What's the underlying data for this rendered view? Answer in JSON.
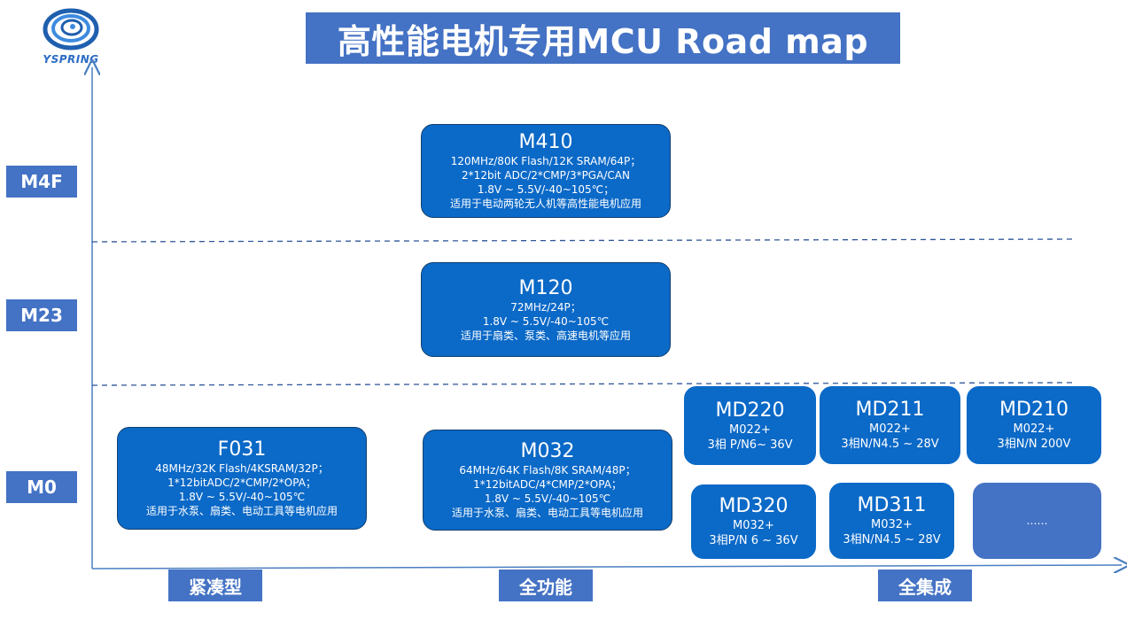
{
  "logo": {
    "text": "YSPRING",
    "icon": "swirl-logo-icon"
  },
  "title": "高性能电机专用MCU Road map",
  "tiers": [
    "M4F",
    "M23",
    "M0"
  ],
  "categories": [
    "紧凑型",
    "全功能",
    "全集成"
  ],
  "colors": {
    "accent": "#4472c4",
    "card": "#0b69c7",
    "axis": "#4a7fc2"
  },
  "cards": {
    "m410": {
      "name": "M410",
      "lines": [
        "120MHz/80K Flash/12K SRAM/64P；",
        "2*12bit ADC/2*CMP/3*PGA/CAN",
        "1.8V ~ 5.5V/-40~105℃；",
        "适用于电动两轮无人机等高性能电机应用"
      ]
    },
    "m120": {
      "name": "M120",
      "lines": [
        "72MHz/24P；",
        "1.8V ~ 5.5V/-40~105℃",
        "适用于扇类、泵类、高速电机等应用"
      ]
    },
    "f031": {
      "name": "F031",
      "lines": [
        "48MHz/32K Flash/4KSRAM/32P；",
        "1*12bitADC/2*CMP/2*OPA；",
        "1.8V ~ 5.5V/-40~105℃",
        "适用于水泵、扇类、电动工具等电机应用"
      ]
    },
    "m032": {
      "name": "M032",
      "lines": [
        "64MHz/64K Flash/8K SRAM/48P；",
        "1*12bitADC/4*CMP/2*OPA；",
        "1.8V ~ 5.5V/-40~105℃",
        "适用于水泵、扇类、电动工具等电机应用"
      ]
    },
    "md220": {
      "name": "MD220",
      "lines": [
        "M022+",
        "3相 P/N6~ 36V"
      ]
    },
    "md211": {
      "name": "MD211",
      "lines": [
        "M022+",
        "3相N/N4.5 ~ 28V"
      ]
    },
    "md210": {
      "name": "MD210",
      "lines": [
        "M022+",
        "3相N/N 200V"
      ]
    },
    "md320": {
      "name": "MD320",
      "lines": [
        "M032+",
        "3相P/N 6 ~ 36V"
      ]
    },
    "md311": {
      "name": "MD311",
      "lines": [
        "M032+",
        "3相N/N4.5 ~ 28V"
      ]
    },
    "more": {
      "name": "……"
    }
  }
}
